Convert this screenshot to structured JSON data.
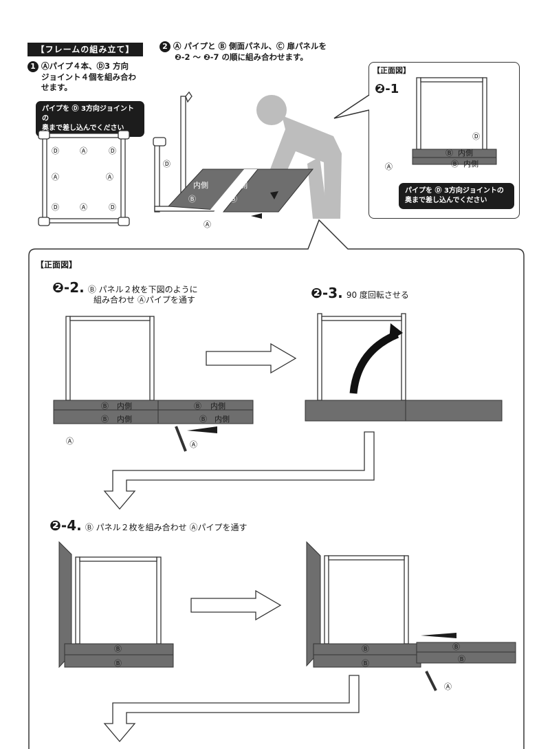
{
  "section_title": "【フレームの組み立て】",
  "step1": {
    "number": "1",
    "text_line1": "Ⓐパイプ４本、Ⓓ3 方向",
    "text_line2": "ジョイント４個を組み合わ",
    "text_line3": "せます。",
    "bubble_line1": "パイプを Ⓓ 3方向ジョイントの",
    "bubble_line2": "奥まで差し込んでください"
  },
  "step2": {
    "number": "2",
    "text_line1": "Ⓐ パイプと Ⓑ 側面パネル、Ⓒ 扉パネルを",
    "text_line2": "❷-2 〜 ❷-7 の順に組み合わせます。"
  },
  "front_view_label": "【正面図】",
  "inset": {
    "step_label": "❷-1",
    "bubble_line1": "パイプを Ⓓ 3方向ジョイントの",
    "bubble_line2": "奥まで差し込んでください"
  },
  "main_box": {
    "title": "【正面図】",
    "step2_2": {
      "number": "❷-2.",
      "line1": "Ⓑ パネル２枚を下図のように",
      "line2": "組み合わせ Ⓐパイプを通す"
    },
    "step2_3": {
      "number": "❷-3.",
      "line1": "90 度回転させる"
    },
    "step2_4": {
      "number": "❷-4.",
      "line1": "Ⓑ パネル２枚を組み合わせ Ⓐパイプを通す"
    }
  },
  "labels": {
    "A": "Ⓐ",
    "B": "Ⓑ",
    "D": "Ⓓ",
    "inner": "内側"
  },
  "colors": {
    "panel_gray": "#6e6e6e",
    "figure_gray": "#bdbdbd",
    "dark": "#1c1c1c"
  }
}
